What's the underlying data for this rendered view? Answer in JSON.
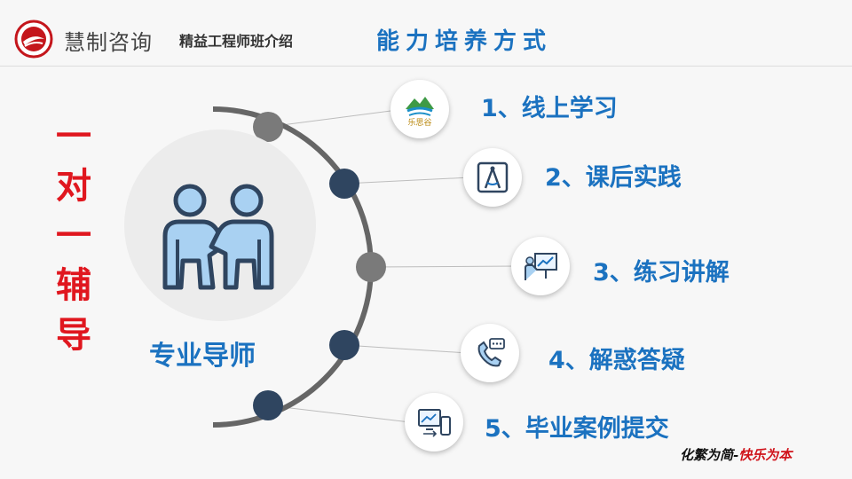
{
  "header": {
    "brand": "慧制咨询",
    "course": "精益工程师班介绍",
    "title": "能力培养方式"
  },
  "left": {
    "vertical_title_chars": [
      "一",
      "对",
      "一",
      "辅",
      "导"
    ],
    "mentor_label": "专业导师"
  },
  "items": [
    {
      "label": "1、线上学习",
      "icon": "le-si-gu-logo-icon",
      "icon_text": "乐思谷"
    },
    {
      "label": "2、课后实践",
      "icon": "compass-drafting-icon"
    },
    {
      "label": "3、练习讲解",
      "icon": "presentation-board-icon"
    },
    {
      "label": "4、解惑答疑",
      "icon": "phone-chat-icon"
    },
    {
      "label": "5、毕业案例提交",
      "icon": "devices-sync-icon"
    }
  ],
  "slogan": {
    "part1": "化繁为简",
    "separator": "-",
    "part2": "快乐为本"
  },
  "colors": {
    "accent_blue": "#1b72c0",
    "title_red": "#e0171f",
    "arc_gray": "#666666",
    "node_gray": "#7a7a7a",
    "node_navy": "#2f4560"
  }
}
